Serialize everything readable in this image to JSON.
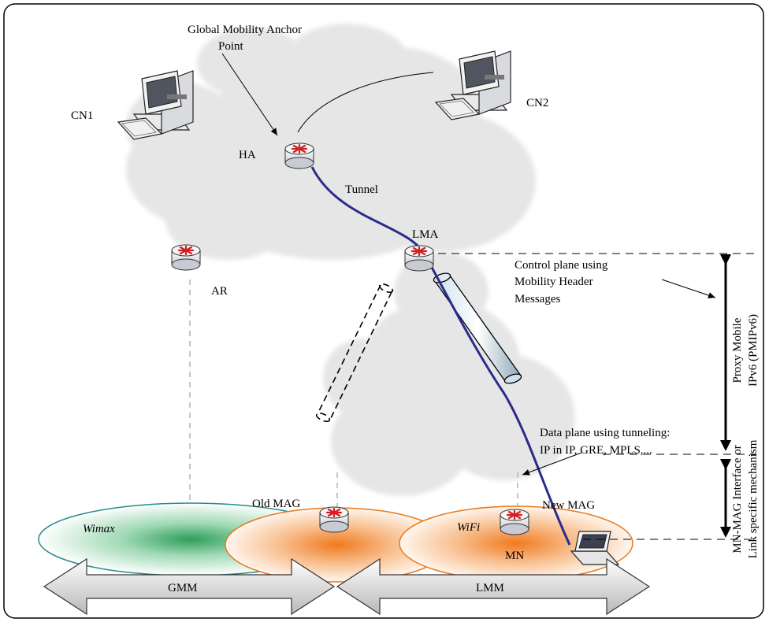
{
  "nodes": {
    "cn1": "CN1",
    "cn2": "CN2",
    "ha": "HA",
    "ar": "AR",
    "lma": "LMA",
    "old_mag": "Old MAG",
    "new_mag": "New MAG",
    "mn": "MN"
  },
  "annotations": {
    "global_anchor_line1": "Global Mobility Anchor",
    "global_anchor_line2": "Point",
    "tunnel": "Tunnel",
    "control_line1": "Control plane using",
    "control_line2": "Mobility Header",
    "control_line3": "Messages",
    "data_line1": "Data plane using tunneling:",
    "data_line2": "IP in IP, GRE, MPLS,..."
  },
  "networks": {
    "wimax": "Wimax",
    "wifi": "WiFi"
  },
  "side_labels": {
    "pmipv6_line1": "Proxy Mobile",
    "pmipv6_line2": "IPv6 (PMIPv6)",
    "mn_mag_line1": "MN-MAG Interface or",
    "mn_mag_line2": "Link specific mechanism"
  },
  "arrows": {
    "gmm": "GMM",
    "lmm": "LMM"
  },
  "colors": {
    "tunnel_line": "#2b2b8c",
    "wimax_center": "#2e9e5b",
    "wifi_center": "#f07a1f",
    "wimax_border": "#2a8a8a",
    "wifi_border": "#e8791c",
    "cloud": "#e6e6e6"
  }
}
